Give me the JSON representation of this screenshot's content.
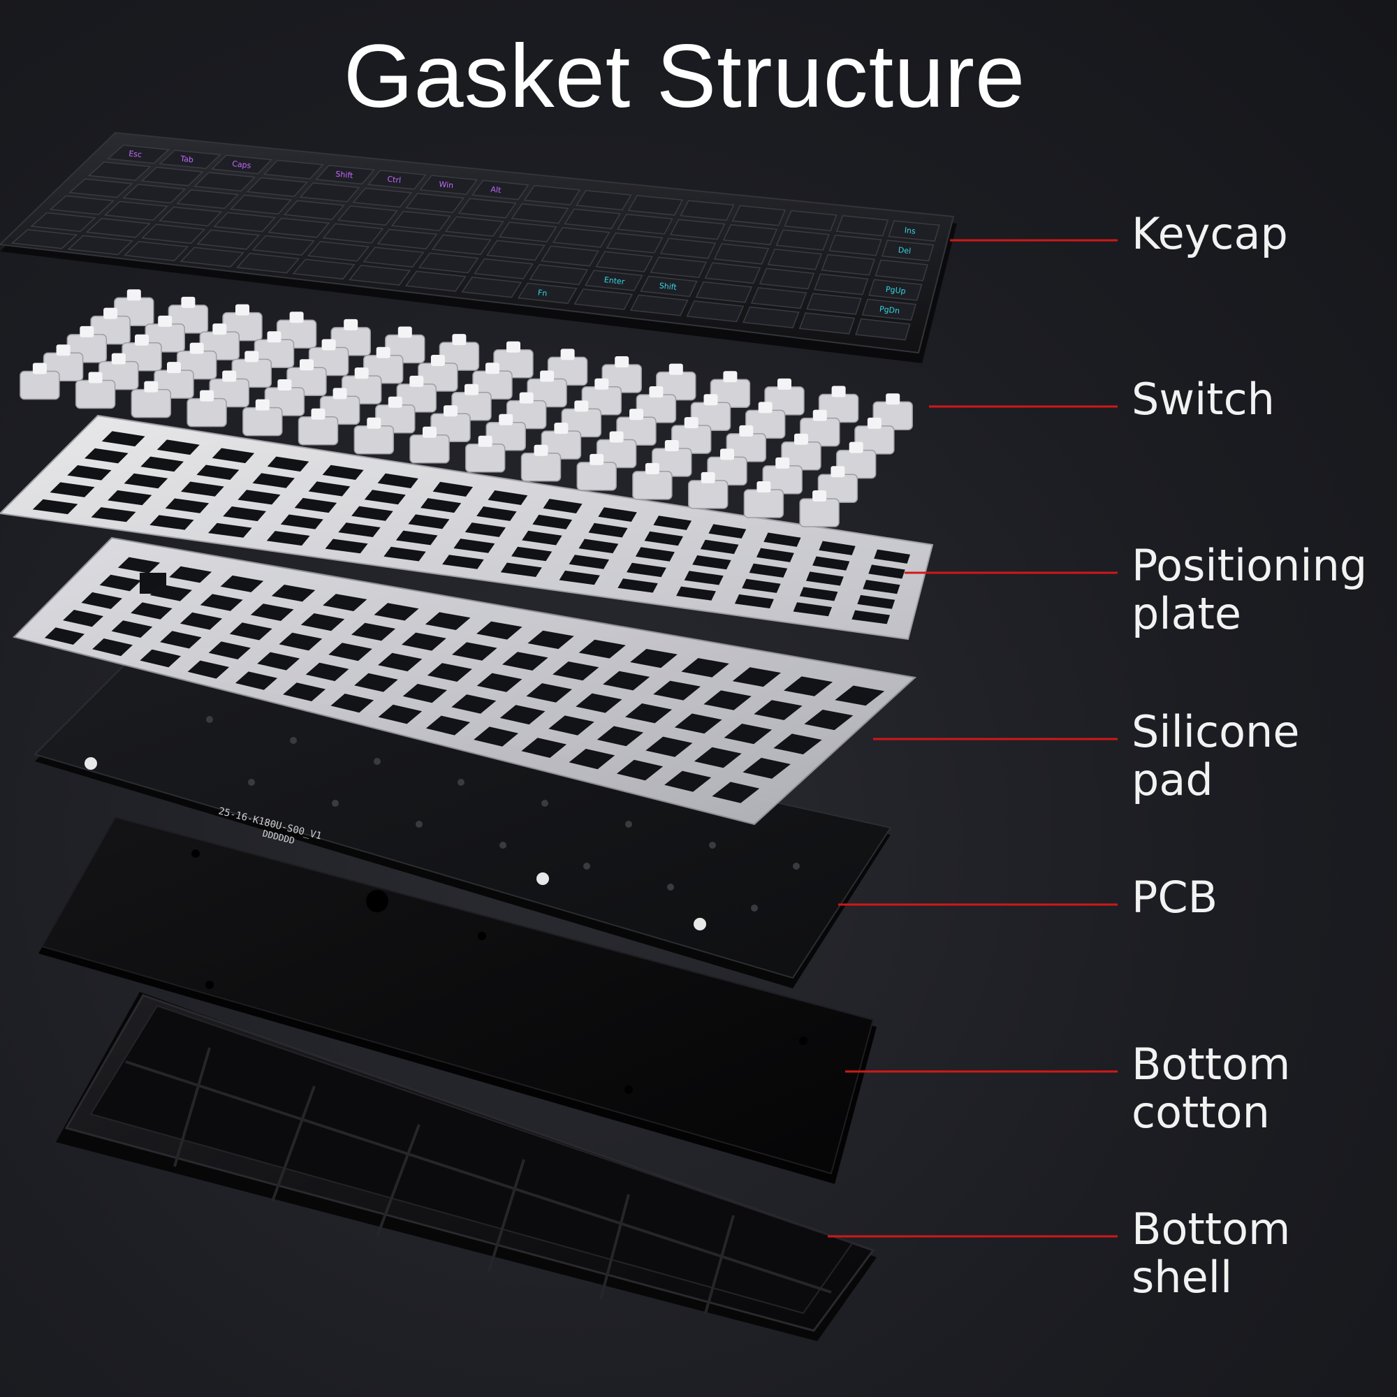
{
  "title": "Gasket Structure",
  "colors": {
    "background": "#1c1d22",
    "leader_line": "#d01818",
    "label_text": "#f2f2f2",
    "keycap": "#1b1c20",
    "keycap_legend": "#35d6e8",
    "keycap_legend_alt": "#c468ff",
    "switch": "#d9d9d9",
    "plate": "#e8e8ec",
    "pcb": "#121316",
    "bottom": "#0d0d0f"
  },
  "keycap_legends": [
    "Esc",
    "Tab",
    "Caps",
    "Shift",
    "Ctrl",
    "Win",
    "Alt",
    "Enter",
    "Shift",
    "Ins",
    "Del",
    "PgUp",
    "PgDn",
    "Fn"
  ],
  "pcb_marking": [
    "25-16-K180U-S00_V1",
    "DDDDDD"
  ],
  "layers": [
    {
      "id": "keycap",
      "label_lines": [
        "Keycap"
      ]
    },
    {
      "id": "switch",
      "label_lines": [
        "Switch"
      ]
    },
    {
      "id": "positioning-plate",
      "label_lines": [
        "Positioning",
        "plate"
      ]
    },
    {
      "id": "silicone-pad",
      "label_lines": [
        "Silicone",
        "pad"
      ]
    },
    {
      "id": "pcb",
      "label_lines": [
        "PCB"
      ]
    },
    {
      "id": "bottom-cotton",
      "label_lines": [
        "Bottom",
        "cotton"
      ]
    },
    {
      "id": "bottom-shell",
      "label_lines": [
        "Bottom",
        "shell"
      ]
    }
  ]
}
